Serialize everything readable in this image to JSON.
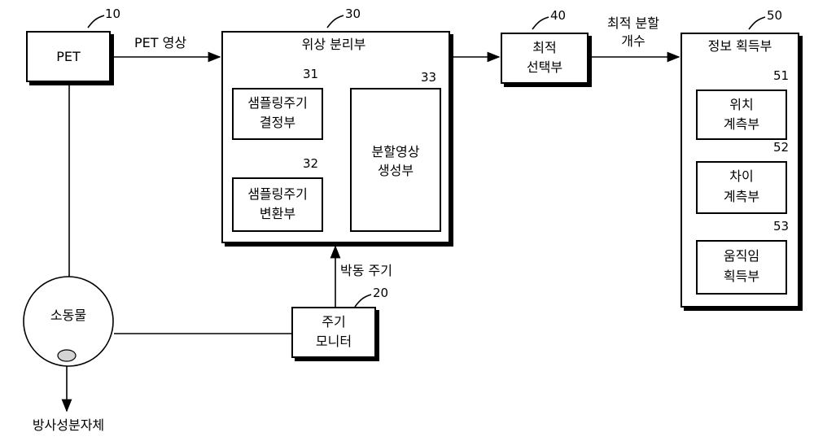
{
  "labels": {
    "pet": "PET",
    "pet_image": "PET 영상",
    "phase_separator": "위상 분리부",
    "sampling_decider_1": "샘플링주기",
    "sampling_decider_2": "결정부",
    "sampling_converter_1": "샘플링주기",
    "sampling_converter_2": "변환부",
    "split_image_1": "분할영상",
    "split_image_2": "생성부",
    "optimal_1": "최적",
    "optimal_2": "선택부",
    "optimal_split_1": "최적 분할",
    "optimal_split_2": "개수",
    "info_acquirer": "정보 획득부",
    "position_1": "위치",
    "position_2": "계측부",
    "diff_1": "차이",
    "diff_2": "계측부",
    "motion_1": "움직임",
    "motion_2": "획득부",
    "heartbeat": "박동 주기",
    "monitor_1": "주기",
    "monitor_2": "모니터",
    "animal": "소동물",
    "radio": "방사성분자체"
  },
  "refs": {
    "r10": "10",
    "r20": "20",
    "r30": "30",
    "r31": "31",
    "r32": "32",
    "r33": "33",
    "r40": "40",
    "r50": "50",
    "r51": "51",
    "r52": "52",
    "r53": "53"
  }
}
